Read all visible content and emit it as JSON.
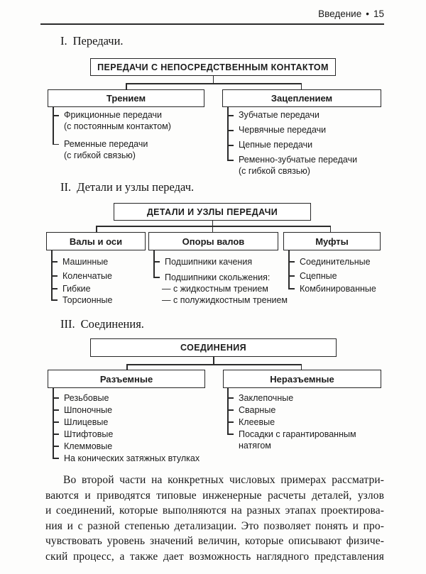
{
  "header": {
    "section": "Введение",
    "bullet": "•",
    "page": "15"
  },
  "sections": [
    {
      "num": "I.",
      "text": "Передачи.",
      "root": "ПЕРЕДАЧИ С НЕПОСРЕДСТВЕННЫМ КОНТАКТОМ",
      "branches": [
        {
          "title": "Трением",
          "items": [
            {
              "l1": "Фрикционные передачи",
              "l2": "(с постоянным контактом)"
            },
            {
              "l1": "Ременные передачи",
              "l2": "(с гибкой связью)"
            }
          ]
        },
        {
          "title": "Зацеплением",
          "items": [
            {
              "l1": "Зубчатые передачи"
            },
            {
              "l1": "Червячные передачи"
            },
            {
              "l1": "Цепные передачи"
            },
            {
              "l1": "Ременно-зубчатые передачи",
              "l2": "(с гибкой связью)"
            }
          ]
        }
      ]
    },
    {
      "num": "II.",
      "text": "Детали и узлы передач.",
      "root": "ДЕТАЛИ И УЗЛЫ ПЕРЕДАЧИ",
      "branches": [
        {
          "title": "Валы и оси",
          "items": [
            {
              "l1": "Машинные"
            },
            {
              "l1": "Коленчатые"
            },
            {
              "l1": "Гибкие"
            },
            {
              "l1": "Торсионные"
            }
          ]
        },
        {
          "title": "Опоры валов",
          "items": [
            {
              "l1": "Подшипники качения"
            },
            {
              "l1": "Подшипники скольжения:"
            }
          ],
          "subitems": [
            "— с жидкостным трением",
            "— с полужидкостным трением"
          ]
        },
        {
          "title": "Муфты",
          "items": [
            {
              "l1": "Соединительные"
            },
            {
              "l1": "Сцепные"
            },
            {
              "l1": "Комбинированные"
            }
          ]
        }
      ]
    },
    {
      "num": "III.",
      "text": "Соединения.",
      "root": "СОЕДИНЕНИЯ",
      "branches": [
        {
          "title": "Разъемные",
          "items": [
            {
              "l1": "Резьбовые"
            },
            {
              "l1": "Шпоночные"
            },
            {
              "l1": "Шлицевые"
            },
            {
              "l1": "Штифтовые"
            },
            {
              "l1": "Клеммовые"
            },
            {
              "l1": "На конических затяжных втулках"
            }
          ]
        },
        {
          "title": "Неразъемные",
          "items": [
            {
              "l1": "Заклепочные"
            },
            {
              "l1": "Сварные"
            },
            {
              "l1": "Клеевые"
            },
            {
              "l1": "Посадки с гарантированным",
              "l2": "натягом"
            }
          ]
        }
      ]
    }
  ],
  "paragraph": {
    "lines": [
      "Во второй части на конкретных числовых примерах рассматри-",
      "ваются и приводятся типовые инженерные расчеты деталей, узлов",
      "и соединений, которые выполняются на разных этапах проектирова-",
      "ния и с разной степенью детализации. Это позволяет понять и про-",
      "чувствовать уровень значений величин, которые описывают физиче-",
      "ский процесс, а также дает возможность наглядного представления"
    ]
  },
  "colors": {
    "ink": "#1d1d1d",
    "line": "#2b2b2b",
    "paper": "#fdfdfc"
  }
}
